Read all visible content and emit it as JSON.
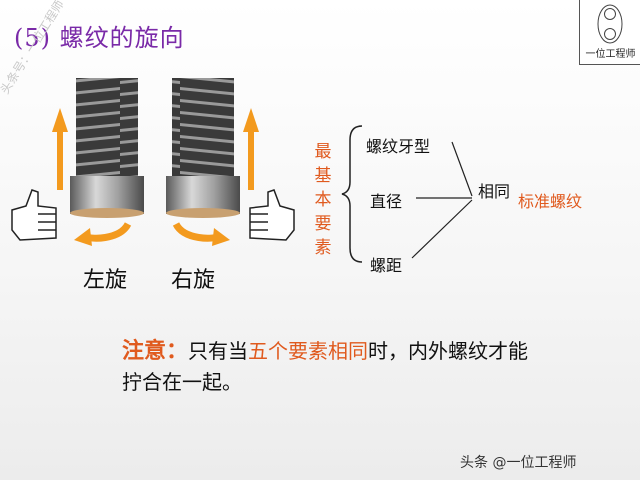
{
  "title": "(5) 螺纹的旋向",
  "watermark_diag": "头条号：一位工程师",
  "logo": {
    "text": "一位工程师"
  },
  "screws": {
    "left_caption": "左旋",
    "right_caption": "右旋"
  },
  "diagram": {
    "vertical_label": [
      "最",
      "基",
      "本",
      "要",
      "素"
    ],
    "items": [
      "螺纹牙型",
      "直径",
      "螺距"
    ],
    "same_label": "相同",
    "standard_label": "标准螺纹"
  },
  "note": {
    "label": "注意：",
    "part1": "只有当",
    "highlight": "五个要素相同",
    "part2": "时，内外螺纹才能拧合在一起。"
  },
  "footer_watermark": "头条 @一位工程师",
  "colors": {
    "title": "#7a2aa8",
    "accent": "#e05a1e",
    "arrow": "#f39a1e"
  }
}
